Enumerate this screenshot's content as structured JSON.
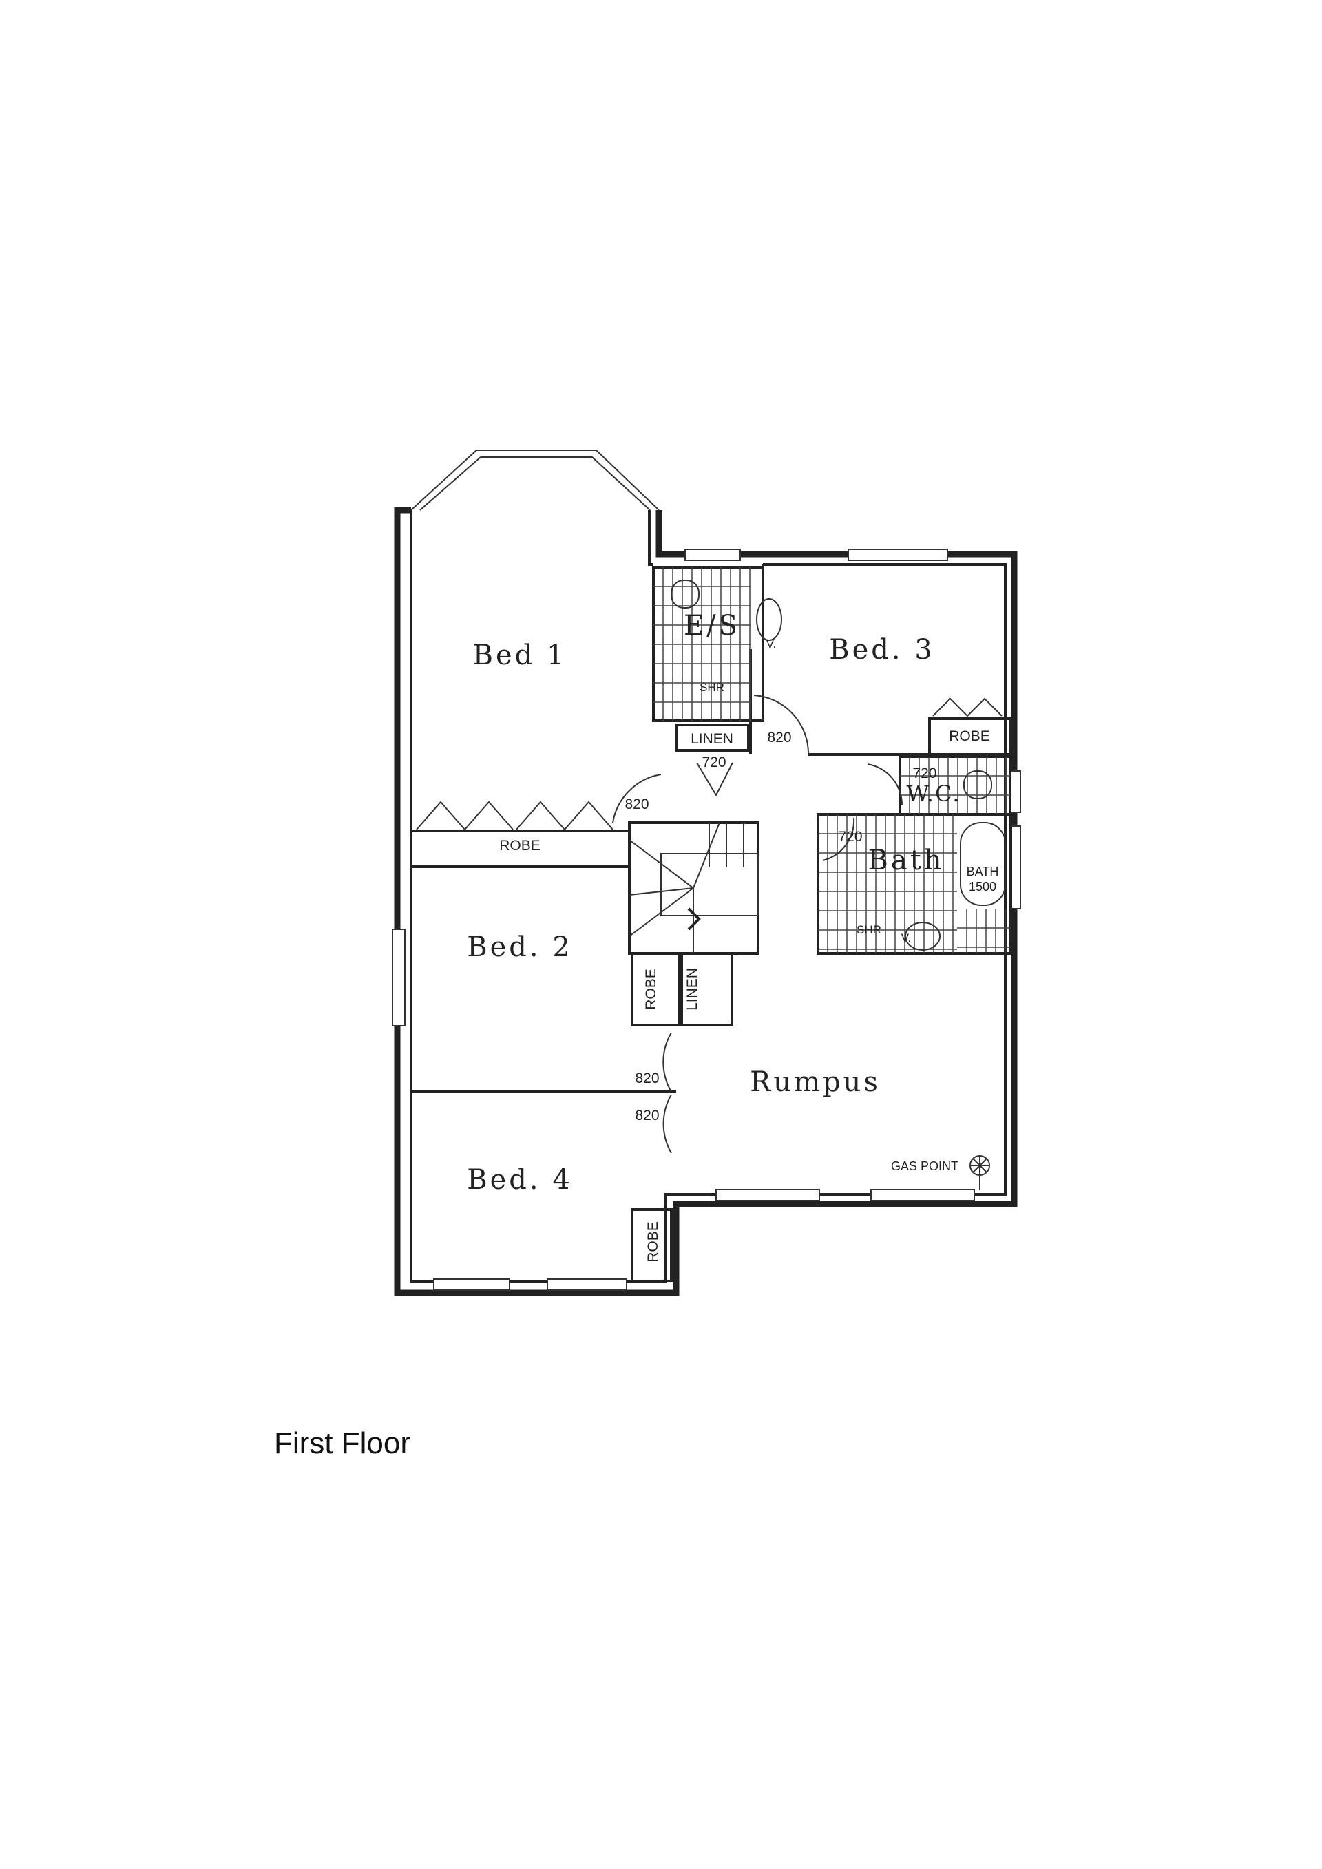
{
  "caption": "First Floor",
  "rooms": {
    "bed1": "Bed 1",
    "bed2": "Bed. 2",
    "bed3": "Bed. 3",
    "bed4": "Bed. 4",
    "ensuite": "E/S",
    "wc": "W.C.",
    "bath": "Bath",
    "rumpus": "Rumpus"
  },
  "labels": {
    "robe": "ROBE",
    "linen": "LINEN",
    "shower": "SHR",
    "vanity": "V.",
    "bathtub_line1": "BATH",
    "bathtub_line2": "1500",
    "gas_point": "GAS POINT"
  },
  "door_widths": {
    "linen_upper": "720",
    "bed3": "820",
    "bed1": "820",
    "wc": "720",
    "bath": "720",
    "bed2": "820",
    "bed4": "820"
  }
}
